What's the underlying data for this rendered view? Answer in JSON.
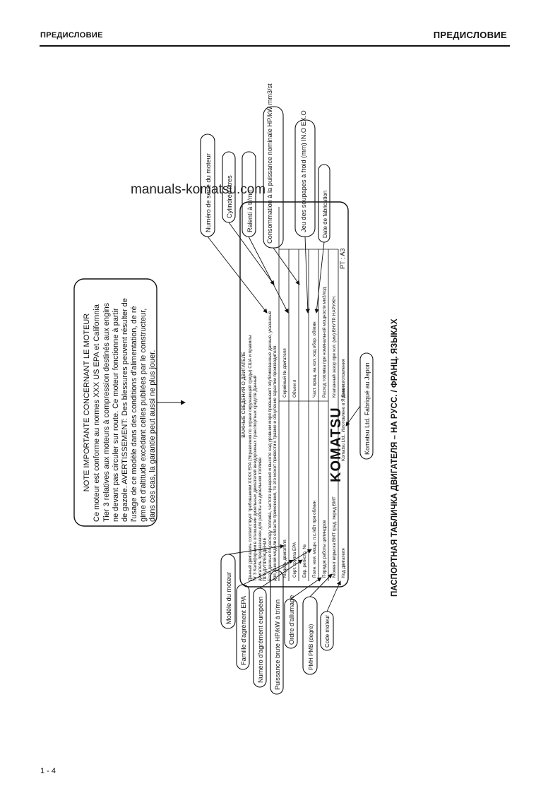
{
  "header": {
    "left": "ПРЕДИСЛОВИЕ",
    "right": "ПРЕДИСЛОВИЕ"
  },
  "watermark": "manuals-komatsu.com",
  "footer": {
    "page_number": "1 - 4"
  },
  "note": {
    "lines": [
      "NOTE IMPORTANTE CONCERNANT LE MOTEUR",
      "Ce moteur est conforme au normes XXX US EPA et Californnia",
      "Tier 3 relatives aux moteurs à compression destinés aux engins",
      "ne devant pas circuler sur route. Ce moteur fonctionne à partir",
      "de gazole. AVERTISSEMENT: Des blessures peuvent résulter de",
      "l'usage de ce modèle dans des conditions d'alimentation, de ré",
      "gime et d'altitude excédant celles publiées par le constructeur,",
      "dans ces cas, la garantie peut aussi ne plus jouer."
    ]
  },
  "plate": {
    "title": "ВАЖНЫЕ СВЕДЕНИЯ О ДВИГАТЕЛЕ",
    "intro": [
      "Данный двигатель соответствует требованиям XXXX EPA (Управления по охране окружающей среды) США и правилы",
      "Tir 3 Калифорнии в отношении дизельных двигателей внедорожных транспортных средств Данный",
      "двигатель предназначен для работы на дизельном топливе."
    ],
    "warn_title": "ПРЕДУПРЕЖДЕНИЕ",
    "warn": [
      "Если данные по расходу топлива, частоте вращения и высоте над уровнем моря превышают опубликованные данные, указанные",
      "для данной модели в области применения, то это может привести к травме и обнуление гарантии производителя."
    ],
    "left_col": [
      "Модель двигателя",
      "Серт. группа EPA",
      "Евр. регистр. №",
      "Полн. ном. мощн. л.с./кВт        при          об/мин",
      "Порядок работы цилиндров",
      "",
      "Момент впрыска ВМТ           град. перед ВМТ",
      "Код двигателя"
    ],
    "right_col": [
      "Серийный № двигателя",
      "Объем                                            л",
      "",
      "Част. вращ. на хол. ход обор.                 об/мин",
      "Расход топлива при номинальной мощности     мм3/ход",
      "Клапанный зазор при хол. (мм)    ВНУТР.    НАРУЖН.",
      "Дата изготовления",
      ""
    ],
    "made_in": "Komatsu Ltd., Изготовлено в Японии",
    "brand": "KOMATSU",
    "pt_code": "PT : A3"
  },
  "callouts": {
    "top": [
      "Numéro de série du moteur",
      "Cylindrée         litres",
      "Ralenti            à tr/mn",
      "Consommation à la puissance nominale HP/kW        mm3/st",
      "Jeu des soupapes à froid (mm)    IN.O    EX.O",
      "Date de fabrication"
    ],
    "bottom": [
      "Modèle du moteur",
      "Famille d'agrément  EPA",
      "Numéro d'agrément européen",
      "Puissance brute HP/kW        à tr/mn",
      "Ordre d'allumage",
      "PMH          PMB (degré)",
      "Code moteur"
    ],
    "made_in": "Komatsu Ltd.   Fabriqué au Japon"
  },
  "caption": "ПАСПОРТНАЯ ТАБЛИЧКА ДВИГАТЕЛЯ – НА РУСС. / ФРАНЦ. ЯЗЫКАХ"
}
